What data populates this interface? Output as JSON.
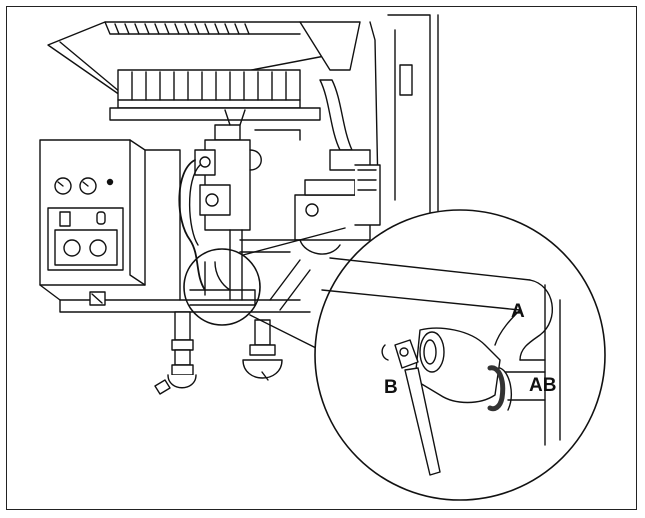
{
  "diagram": {
    "callouts": {
      "a": "A",
      "b": "B",
      "ab": "AB"
    },
    "colors": {
      "line": "#111111",
      "background": "#ffffff",
      "pipe_ring": "#333333"
    }
  }
}
